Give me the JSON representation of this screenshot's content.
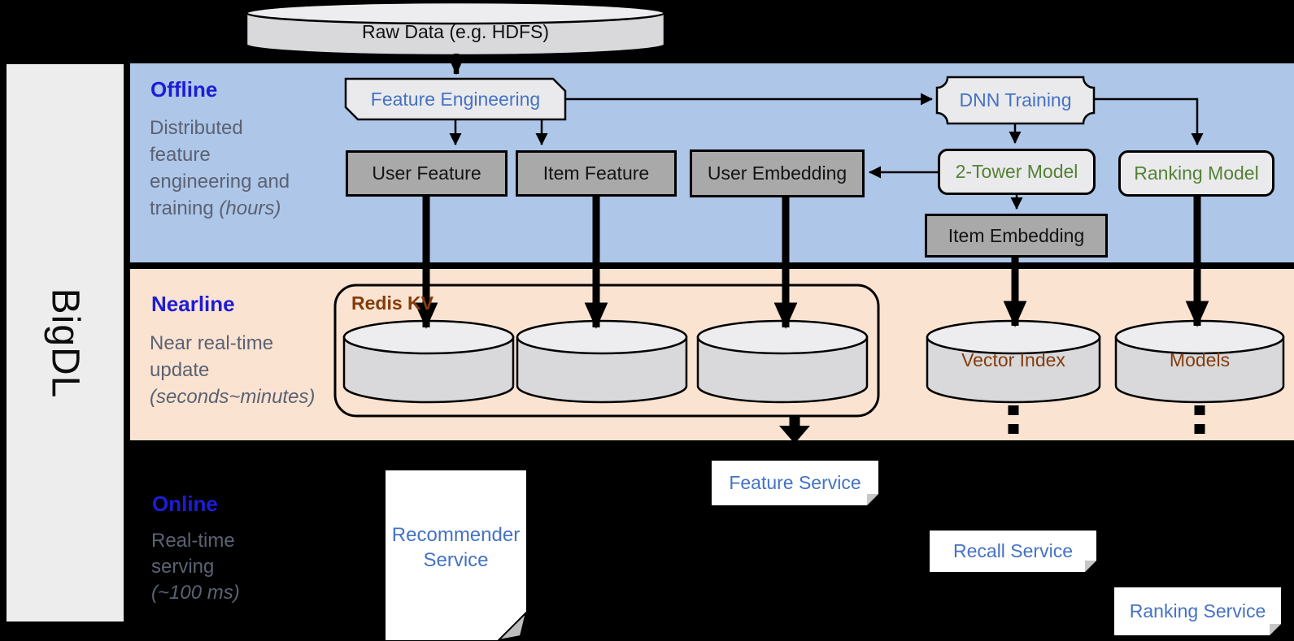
{
  "brand": {
    "label": "BigDL"
  },
  "colors": {
    "band_blue": "#aec6e8",
    "band_peach": "#fbe3d1",
    "panel_gray": "#ededee",
    "node_dark": "#a9a9a9",
    "node_light": "#eaeaec",
    "cyl_gray": "#d9d9db",
    "cyl_top": "#ededef",
    "title_blue": "#1d1dd6",
    "desc_gray": "#5a6273",
    "text_blue": "#4472c4",
    "text_green": "#548235",
    "text_brown": "#843c0c",
    "ink": "#000000",
    "paper": "#ffffff"
  },
  "sections": {
    "offline": {
      "title": "Offline",
      "desc_lines": [
        {
          "t": "Distributed"
        },
        {
          "t": "feature"
        },
        {
          "t": "engineering and"
        },
        {
          "t": "training ",
          "i": "(hours)"
        }
      ]
    },
    "nearline": {
      "title": "Nearline",
      "desc_lines": [
        {
          "t": "Near real-time"
        },
        {
          "t": "update"
        },
        {
          "i": "(seconds~minutes)"
        }
      ]
    },
    "online": {
      "title": "Online",
      "desc_lines": [
        {
          "t": "Real-time"
        },
        {
          "t": "serving"
        },
        {
          "i": "(~100 ms)"
        }
      ]
    }
  },
  "nodes": {
    "raw_data": "Raw Data (e.g. HDFS)",
    "feature_engineering": "Feature Engineering",
    "dnn_training": "DNN Training",
    "user_feature": "User Feature",
    "item_feature": "Item Feature",
    "user_embedding": "User Embedding",
    "two_tower_model": "2-Tower Model",
    "ranking_model": "Ranking Model",
    "item_embedding": "Item Embedding",
    "redis_kv": "Redis KV",
    "vector_index": "Vector Index",
    "models": "Models",
    "recommender_service": "Recommender Service",
    "feature_service": "Feature Service",
    "recall_service": "Recall Service",
    "ranking_service": "Ranking Service"
  }
}
